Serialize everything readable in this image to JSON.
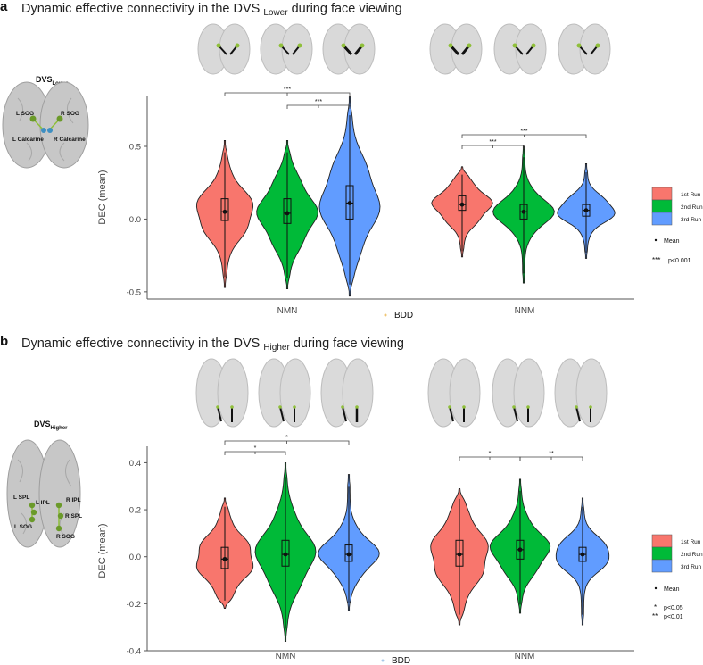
{
  "panels": [
    {
      "id": "a",
      "panel_letter": "a",
      "title_main": "Dynamic effective connectivity in the DVS",
      "title_sub": "Lower",
      "title_tail": "during face viewing",
      "brain_label": "DVS",
      "brain_label_sub": "Lower",
      "regions": [
        "L SOG",
        "R SOG",
        "L Calcarine",
        "R Calcarine"
      ],
      "legend": [
        {
          "label": "1st Run",
          "color": "#F8766D"
        },
        {
          "label": "2nd Run",
          "color": "#00BA38"
        },
        {
          "label": "3rd Run",
          "color": "#619CFF"
        }
      ],
      "mean_label": "Mean",
      "sig_labels": [
        {
          "marker": "***",
          "text": "p<0.001"
        }
      ],
      "xlabel": "BDD"
    },
    {
      "id": "b",
      "panel_letter": "b",
      "title_main": "Dynamic effective connectivity in the DVS",
      "title_sub": "Higher",
      "title_tail": "during face viewing",
      "brain_label": "DVS",
      "brain_label_sub": "Higher",
      "regions": [
        "L SPL",
        "L IPL",
        "R IPL",
        "R SPL",
        "L SOG",
        "R SOG"
      ],
      "legend": [
        {
          "label": "1st Run",
          "color": "#F8766D"
        },
        {
          "label": "2nd Run",
          "color": "#00BA38"
        },
        {
          "label": "3rd Run",
          "color": "#619CFF"
        }
      ],
      "mean_label": "Mean",
      "sig_labels": [
        {
          "marker": "*",
          "text": "p<0.05"
        },
        {
          "marker": "**",
          "text": "p<0.01"
        }
      ],
      "xlabel": "BDD"
    }
  ],
  "chart_data": [
    {
      "type": "violin",
      "panel": "a",
      "ylabel": "DEC (mean)",
      "xlabel": "BDD",
      "ylim": [
        -0.55,
        0.85
      ],
      "yticks": [
        -0.5,
        0.0,
        0.5
      ],
      "yticklabels": [
        "-0.5",
        "0.0",
        "0.5"
      ],
      "categories": [
        "NMN",
        "NNM"
      ],
      "series_colors": [
        "#F8766D",
        "#00BA38",
        "#619CFF"
      ],
      "groups": [
        {
          "category": "NMN",
          "violins": [
            {
              "run": 1,
              "min": -0.47,
              "max": 0.54,
              "q1": -0.01,
              "median": 0.05,
              "q3": 0.14,
              "mean": 0.05
            },
            {
              "run": 2,
              "min": -0.48,
              "max": 0.54,
              "q1": -0.03,
              "median": 0.04,
              "q3": 0.14,
              "mean": 0.04
            },
            {
              "run": 3,
              "min": -0.53,
              "max": 0.84,
              "q1": 0.0,
              "median": 0.11,
              "q3": 0.23,
              "mean": 0.11
            }
          ]
        },
        {
          "category": "NNM",
          "violins": [
            {
              "run": 1,
              "min": -0.26,
              "max": 0.36,
              "q1": 0.06,
              "median": 0.1,
              "q3": 0.16,
              "mean": 0.1
            },
            {
              "run": 2,
              "min": -0.44,
              "max": 0.5,
              "q1": 0.0,
              "median": 0.05,
              "q3": 0.1,
              "mean": 0.05
            },
            {
              "run": 3,
              "min": -0.27,
              "max": 0.38,
              "q1": 0.02,
              "median": 0.06,
              "q3": 0.1,
              "mean": 0.06
            }
          ]
        }
      ],
      "significance": [
        {
          "category": "NMN",
          "from_run": 1,
          "to_run": 3,
          "marker": "***"
        },
        {
          "category": "NMN",
          "from_run": 2,
          "to_run": 3,
          "marker": "***"
        },
        {
          "category": "NNM",
          "from_run": 1,
          "to_run": 2,
          "marker": "***"
        },
        {
          "category": "NNM",
          "from_run": 1,
          "to_run": 3,
          "marker": "***"
        }
      ]
    },
    {
      "type": "violin",
      "panel": "b",
      "ylabel": "DEC (mean)",
      "xlabel": "BDD",
      "ylim": [
        -0.4,
        0.47
      ],
      "yticks": [
        -0.4,
        -0.2,
        0.0,
        0.2,
        0.4
      ],
      "yticklabels": [
        "-0.4",
        "-0.2",
        "0.0",
        "0.2",
        "0.4"
      ],
      "categories": [
        "NMN",
        "NNM"
      ],
      "series_colors": [
        "#F8766D",
        "#00BA38",
        "#619CFF"
      ],
      "groups": [
        {
          "category": "NMN",
          "violins": [
            {
              "run": 1,
              "min": -0.22,
              "max": 0.25,
              "q1": -0.05,
              "median": -0.01,
              "q3": 0.04,
              "mean": -0.01
            },
            {
              "run": 2,
              "min": -0.36,
              "max": 0.4,
              "q1": -0.04,
              "median": 0.01,
              "q3": 0.07,
              "mean": 0.01
            },
            {
              "run": 3,
              "min": -0.23,
              "max": 0.35,
              "q1": -0.02,
              "median": 0.01,
              "q3": 0.05,
              "mean": 0.01
            }
          ]
        },
        {
          "category": "NNM",
          "violins": [
            {
              "run": 1,
              "min": -0.29,
              "max": 0.29,
              "q1": -0.04,
              "median": 0.01,
              "q3": 0.07,
              "mean": 0.01
            },
            {
              "run": 2,
              "min": -0.24,
              "max": 0.33,
              "q1": -0.01,
              "median": 0.03,
              "q3": 0.07,
              "mean": 0.03
            },
            {
              "run": 3,
              "min": -0.29,
              "max": 0.25,
              "q1": -0.02,
              "median": 0.01,
              "q3": 0.04,
              "mean": 0.01
            }
          ]
        }
      ],
      "significance": [
        {
          "category": "NMN",
          "from_run": 1,
          "to_run": 2,
          "marker": "*"
        },
        {
          "category": "NMN",
          "from_run": 1,
          "to_run": 3,
          "marker": "*"
        },
        {
          "category": "NNM",
          "from_run": 1,
          "to_run": 2,
          "marker": "*"
        },
        {
          "category": "NNM",
          "from_run": 2,
          "to_run": 3,
          "marker": "**"
        }
      ]
    }
  ]
}
